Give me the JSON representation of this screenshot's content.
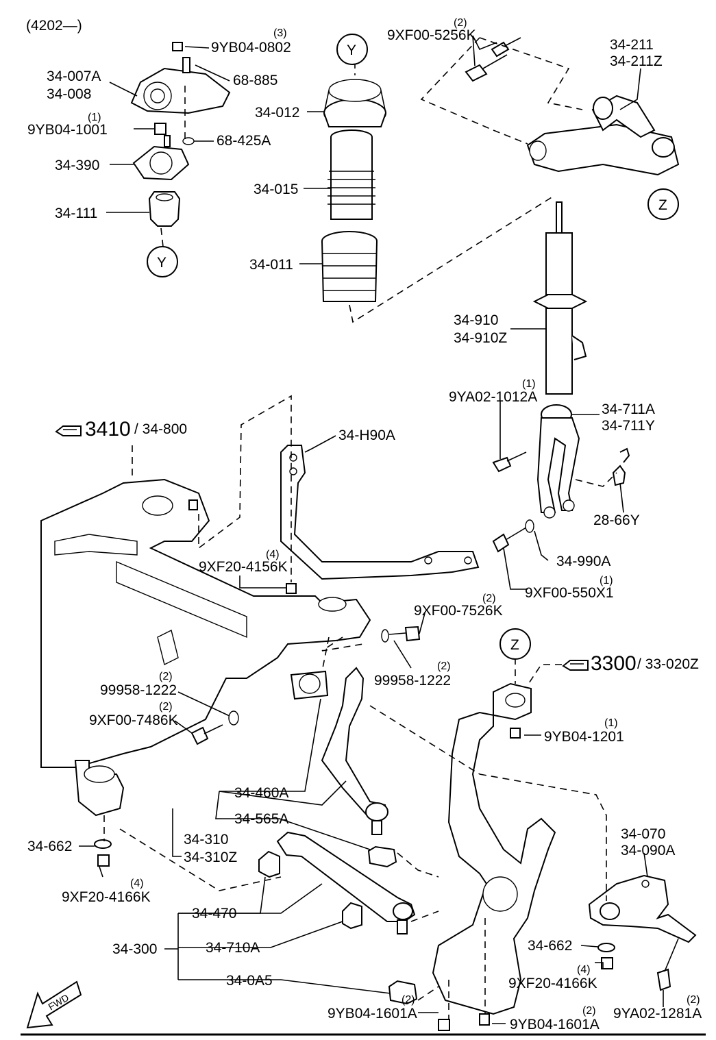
{
  "header": {
    "code": "(4202—)"
  },
  "markers": {
    "y": "Y",
    "z": "Z",
    "fwd": "FWD"
  },
  "refs": [
    {
      "big": "3410",
      "rest": "/ 34-800"
    },
    {
      "big": "3300",
      "rest": "/ 33-020Z"
    }
  ],
  "labels": [
    {
      "id": "l01",
      "text": "9YB04-0802",
      "qty": "(3)"
    },
    {
      "id": "l02",
      "text": "68-885"
    },
    {
      "id": "l03",
      "text": "34-007A"
    },
    {
      "id": "l04",
      "text": "34-008"
    },
    {
      "id": "l05",
      "text": "9YB04-1001",
      "qty": "(1)"
    },
    {
      "id": "l06",
      "text": "68-425A"
    },
    {
      "id": "l07",
      "text": "34-390"
    },
    {
      "id": "l08",
      "text": "34-111"
    },
    {
      "id": "l09",
      "text": "34-012"
    },
    {
      "id": "l10",
      "text": "34-015"
    },
    {
      "id": "l11",
      "text": "34-011"
    },
    {
      "id": "l12",
      "text": "9XF00-5256K",
      "qty": "(2)"
    },
    {
      "id": "l13",
      "text": "34-211"
    },
    {
      "id": "l14",
      "text": "34-211Z"
    },
    {
      "id": "l15",
      "text": "34-910"
    },
    {
      "id": "l16",
      "text": "34-910Z"
    },
    {
      "id": "l17",
      "text": "9YA02-1012A",
      "qty": "(1)"
    },
    {
      "id": "l18",
      "text": "34-711A"
    },
    {
      "id": "l19",
      "text": "34-711Y"
    },
    {
      "id": "l20",
      "text": "34-H90A"
    },
    {
      "id": "l21",
      "text": "28-66Y"
    },
    {
      "id": "l22",
      "text": "34-990A"
    },
    {
      "id": "l23",
      "text": "9XF00-550X1",
      "qty": "(1)"
    },
    {
      "id": "l24",
      "text": "9XF20-4156K",
      "qty": "(4)"
    },
    {
      "id": "l25",
      "text": "9XF00-7526K",
      "qty": "(2)"
    },
    {
      "id": "l26",
      "text": "99958-1222",
      "qty": "(2)"
    },
    {
      "id": "l27",
      "text": "99958-1222",
      "qty": "(2)"
    },
    {
      "id": "l28",
      "text": "9XF00-7486K",
      "qty": "(2)"
    },
    {
      "id": "l29",
      "text": "9YB04-1201",
      "qty": "(1)"
    },
    {
      "id": "l30",
      "text": "34-460A"
    },
    {
      "id": "l31",
      "text": "34-565A"
    },
    {
      "id": "l32",
      "text": "34-310"
    },
    {
      "id": "l33",
      "text": "34-310Z"
    },
    {
      "id": "l34",
      "text": "34-662"
    },
    {
      "id": "l35",
      "text": "9XF20-4166K",
      "qty": "(4)"
    },
    {
      "id": "l36",
      "text": "34-070"
    },
    {
      "id": "l37",
      "text": "34-090A"
    },
    {
      "id": "l38",
      "text": "34-470"
    },
    {
      "id": "l39",
      "text": "34-300"
    },
    {
      "id": "l40",
      "text": "34-710A"
    },
    {
      "id": "l41",
      "text": "34-0A5"
    },
    {
      "id": "l42",
      "text": "34-662"
    },
    {
      "id": "l43",
      "text": "9XF20-4166K",
      "qty": "(4)"
    },
    {
      "id": "l44",
      "text": "9YB04-1601A",
      "qty": "(2)"
    },
    {
      "id": "l45",
      "text": "9YB04-1601A",
      "qty": "(2)"
    },
    {
      "id": "l46",
      "text": "9YA02-1281A",
      "qty": "(2)"
    }
  ]
}
